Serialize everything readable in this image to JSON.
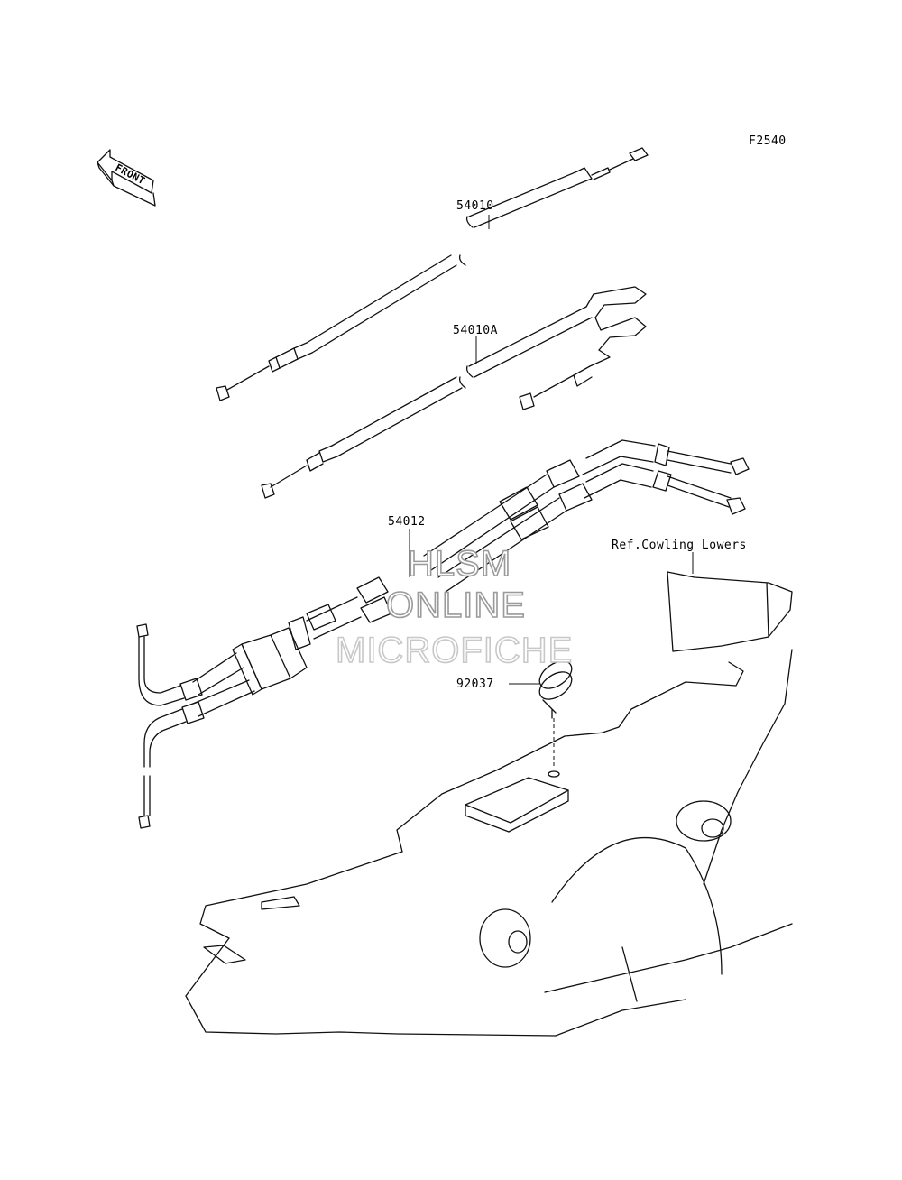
{
  "figure_code": "F2540",
  "front_label": "FRONT",
  "parts": {
    "p54010": "54010",
    "p54010A": "54010A",
    "p54012": "54012",
    "p92037": "92037"
  },
  "reference_note": "Ref.Cowling Lowers",
  "watermark": {
    "line1": "HLSM",
    "line2": "ONLINE",
    "line3": "MICROFICHE"
  }
}
